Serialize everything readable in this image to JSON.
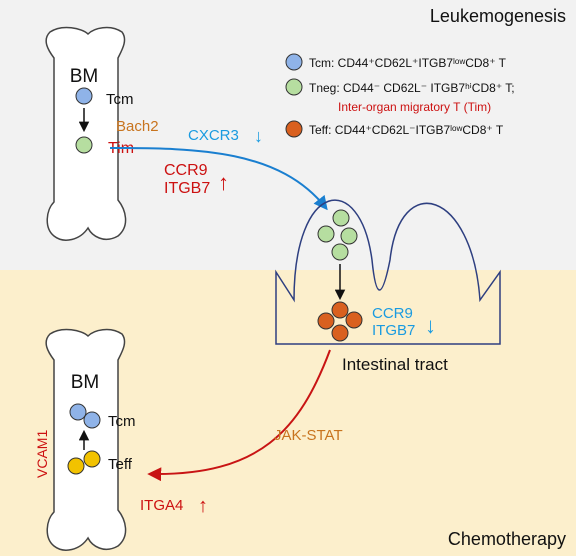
{
  "panels": {
    "top_title": "Leukemogenesis",
    "bottom_title": "Chemotherapy",
    "top_bg": "#f2f2f2",
    "bottom_bg": "#fcefcc"
  },
  "legend": {
    "tcm": {
      "label": "Tcm: CD44⁺CD62L⁺ITGB7ˡᵒʷCD8⁺ T",
      "color": "#8fb3e8"
    },
    "tneg": {
      "label": "Tneg: CD44⁻ CD62L⁻ ITGB7ʰⁱCD8⁺ T;",
      "sublabel": "Inter-organ migratory T (Tim)",
      "color": "#b6dea0"
    },
    "teff": {
      "label": "Teff: CD44⁺CD62L⁻ITGB7ˡᵒʷCD8⁺ T",
      "color": "#d9601f"
    }
  },
  "top_bone": {
    "title": "BM",
    "tcm_label": "Tcm",
    "bach2_label": "Bach2",
    "tim_label": "Tim"
  },
  "migration": {
    "cxcr3": "CXCR3",
    "cxcr3_dir": "↓",
    "ccr9": "CCR9",
    "itgb7": "ITGB7",
    "up_dir": "↑"
  },
  "gut": {
    "label": "Intestinal tract",
    "ccr9": "CCR9",
    "itgb7": "ITGB7",
    "down_dir": "↓"
  },
  "bottom_bone": {
    "title": "BM",
    "tcm_label": "Tcm",
    "teff_label": "Teff",
    "vcam1": "VCAM1"
  },
  "return_path": {
    "jak_stat": "JAK-STAT",
    "itga4": "ITGA4",
    "up_dir": "↑"
  },
  "colors": {
    "red": "#cc1111",
    "blue": "#1a9be0",
    "orange": "#c8741e",
    "teff_bottom": "#f2c200"
  }
}
